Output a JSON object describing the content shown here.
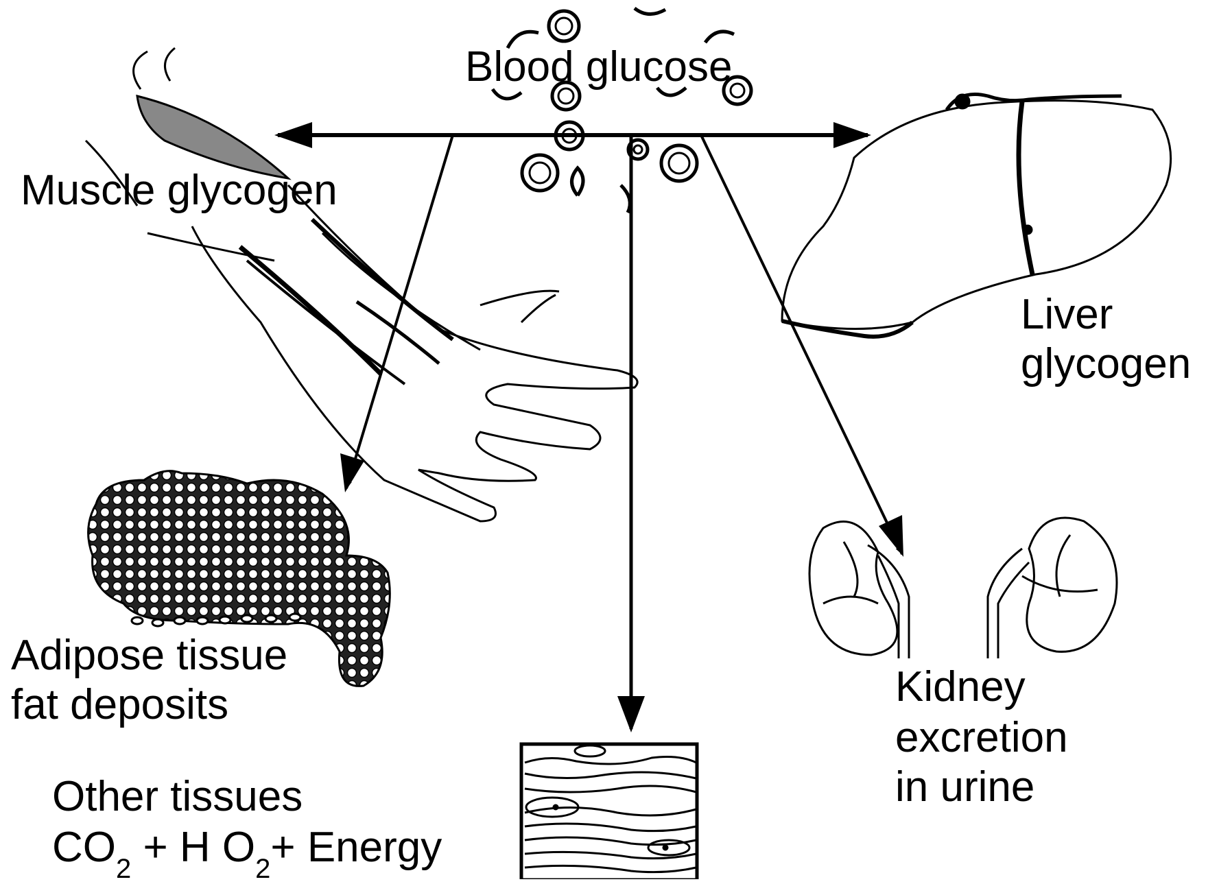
{
  "diagram": {
    "center_label": "Blood glucose",
    "muscle_label": "Muscle glycogen",
    "liver_label_line1": "Liver",
    "liver_label_line2": "glycogen",
    "adipose_label_line1": "Adipose tissue",
    "adipose_label_line2": "fat deposits",
    "kidney_label_line1": "Kidney",
    "kidney_label_line2": "excretion",
    "kidney_label_line3": "in urine",
    "other_label_line1": "Other tissues",
    "other_formula": {
      "co": "CO",
      "sub_co2": "2",
      "plus_h": " + H",
      "o": " O",
      "sub_h2": "2",
      "plus_energy": "+ Energy"
    }
  }
}
